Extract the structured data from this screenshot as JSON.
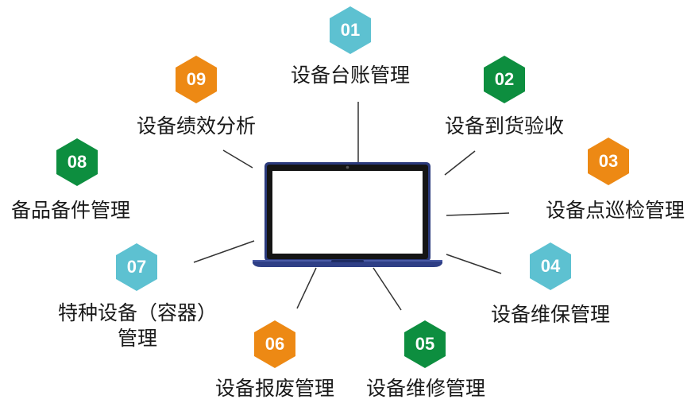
{
  "colors": {
    "teal": "#5dc1d1",
    "green": "#0d8e3f",
    "orange": "#ed8914",
    "line": "#333333",
    "laptop_body": "#2b3a7c",
    "screen_bezel": "#151515"
  },
  "center": {
    "icon": "laptop-icon"
  },
  "nodes": [
    {
      "id": "01",
      "number": "01",
      "label": "设备台账管理",
      "color": "teal"
    },
    {
      "id": "02",
      "number": "02",
      "label": "设备到货验收",
      "color": "green"
    },
    {
      "id": "03",
      "number": "03",
      "label": "设备点巡检管理",
      "color": "orange"
    },
    {
      "id": "04",
      "number": "04",
      "label": "设备维保管理",
      "color": "teal"
    },
    {
      "id": "05",
      "number": "05",
      "label": "设备维修管理",
      "color": "green"
    },
    {
      "id": "06",
      "number": "06",
      "label": "设备报废管理",
      "color": "orange"
    },
    {
      "id": "07",
      "number": "07",
      "label_line1": "特种设备（容器）",
      "label_line2": "管理",
      "color": "teal"
    },
    {
      "id": "08",
      "number": "08",
      "label": "备品备件管理",
      "color": "green"
    },
    {
      "id": "09",
      "number": "09",
      "label": "设备绩效分析",
      "color": "orange"
    }
  ]
}
